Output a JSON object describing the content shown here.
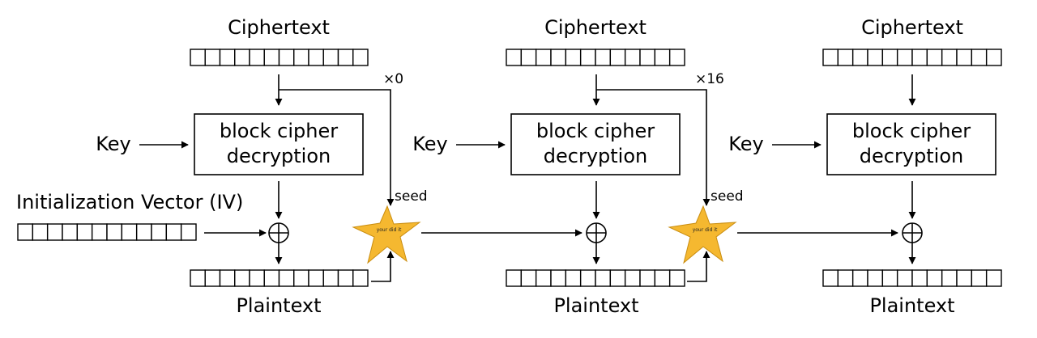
{
  "diagram": {
    "stages": [
      {
        "ciphertext_label": "Ciphertext",
        "key_label": "Key",
        "cipher_label_line1": "block cipher",
        "cipher_label_line2": "decryption",
        "plaintext_label": "Plaintext"
      },
      {
        "ciphertext_label": "Ciphertext",
        "key_label": "Key",
        "cipher_label_line1": "block cipher",
        "cipher_label_line2": "decryption",
        "plaintext_label": "Plaintext"
      },
      {
        "ciphertext_label": "Ciphertext",
        "key_label": "Key",
        "cipher_label_line1": "block cipher",
        "cipher_label_line2": "decryption",
        "plaintext_label": "Plaintext"
      }
    ],
    "iv_label": "Initialization Vector (IV)",
    "multipliers": [
      "×0",
      "×16"
    ],
    "seed_labels": [
      "seed",
      "seed"
    ],
    "star_texts": [
      "your did it",
      "your did it"
    ],
    "block_cells": 12,
    "colors": {
      "line": "#000000",
      "star_fill": "#f5b830",
      "star_stroke": "#c98d10"
    }
  }
}
